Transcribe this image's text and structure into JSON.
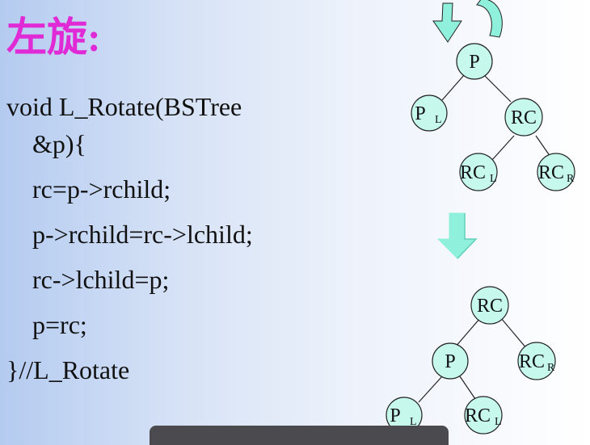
{
  "title": "左旋:",
  "code": {
    "lines": [
      "void L_Rotate(BSTree",
      "&p){",
      "rc=p->rchild;",
      "p->rchild=rc->lchild;",
      "rc->lchild=p;",
      "p=rc;",
      "}//L_Rotate"
    ]
  },
  "tree_before": {
    "root": "P",
    "pl": {
      "main": "P",
      "sub": "L"
    },
    "rc": "RC",
    "rcl": {
      "main": "RC",
      "sub": "L"
    },
    "rcr": {
      "main": "RC",
      "sub": "R"
    }
  },
  "tree_after": {
    "root": "RC",
    "p": "P",
    "rcr": {
      "main": "RC",
      "sub": "R"
    },
    "pl": {
      "main": "P",
      "sub": "L"
    },
    "rcl": {
      "main": "RC",
      "sub": "L"
    }
  },
  "colors": {
    "title": "#e02ad6",
    "node_fill": "#c6f8ec",
    "arrow_fill": "#8ff0dc"
  }
}
